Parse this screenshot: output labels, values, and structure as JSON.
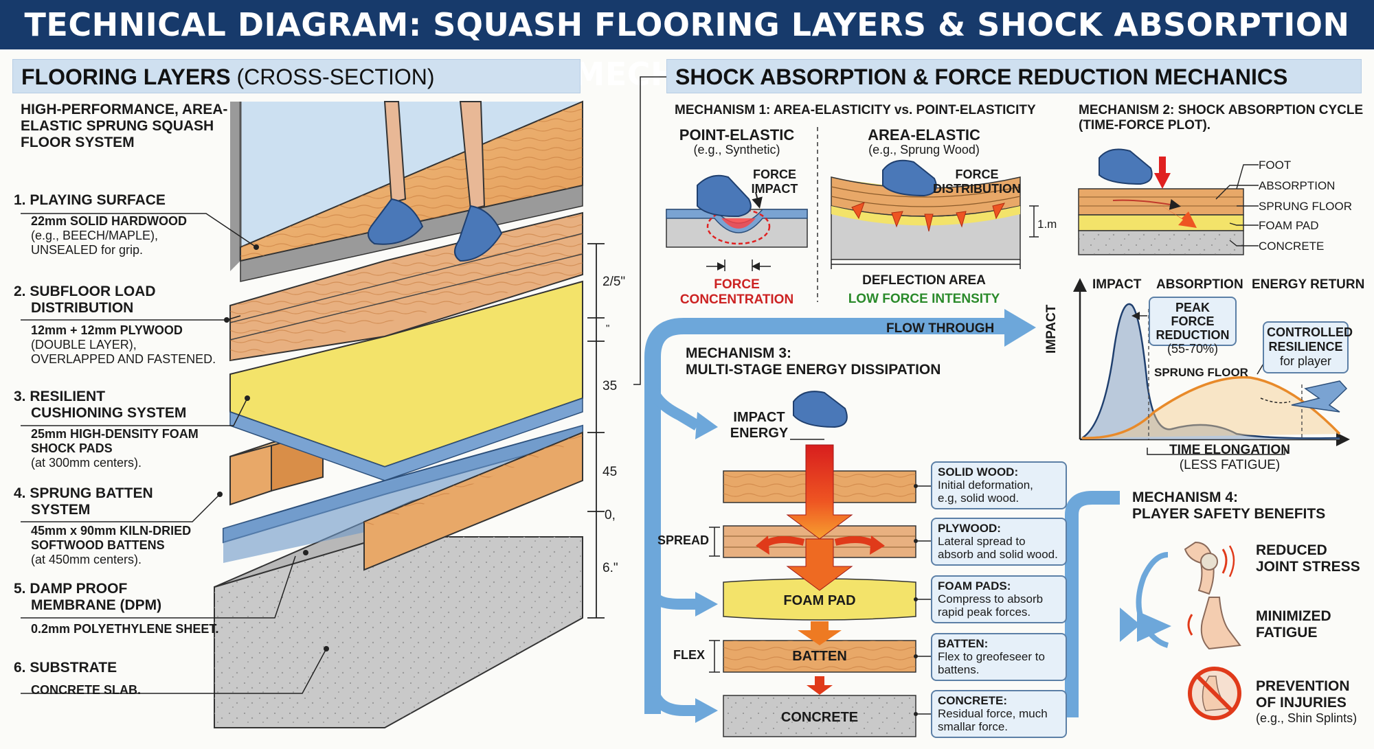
{
  "title": "TECHNICAL DIAGRAM: SQUASH FLOORING LAYERS & SHOCK ABSORPTION MECHANICS.",
  "left": {
    "heading_bold": "FLOORING LAYERS",
    "heading_light": "(CROSS-SECTION)",
    "system_title": [
      "HIGH-PERFORMANCE, AREA-",
      "ELASTIC SPRUNG SQUASH",
      "FLOOR SYSTEM"
    ],
    "layers": [
      {
        "title": [
          "1. PLAYING SURFACE"
        ],
        "lines": [
          "22mm SOLID HARDWOOD",
          "(e.g., BEECH/MAPLE),",
          "UNSEALED for grip."
        ]
      },
      {
        "title": [
          "2. SUBFLOOR LOAD",
          "DISTRIBUTION"
        ],
        "lines": [
          "12mm + 12mm PLYWOOD",
          "(DOUBLE LAYER),",
          "OVERLAPPED AND FASTENED."
        ]
      },
      {
        "title": [
          "3. RESILIENT",
          "CUSHIONING SYSTEM"
        ],
        "lines": [
          "25mm HIGH-DENSITY FOAM",
          "SHOCK PADS",
          "(at 300mm centers)."
        ]
      },
      {
        "title": [
          "4. SPRUNG BATTEN",
          "SYSTEM"
        ],
        "lines": [
          "45mm x 90mm KILN-DRIED",
          "SOFTWOOD BATTENS",
          "(at 450mm centers)."
        ]
      },
      {
        "title": [
          "5. DAMP PROOF",
          "MEMBRANE (DPM)"
        ],
        "lines": [
          "0.2mm POLYETHYLENE SHEET."
        ]
      },
      {
        "title": [
          "6. SUBSTRATE"
        ],
        "lines": [
          "CONCRETE SLAB."
        ]
      }
    ],
    "dims": [
      "2/5\"",
      "\"",
      "35",
      "45",
      "0,",
      "6.\""
    ]
  },
  "right": {
    "heading": "SHOCK ABSORPTION & FORCE REDUCTION MECHANICS",
    "m1": {
      "title": "MECHANISM 1: AREA-ELASTICITY vs. POINT-ELASTICITY",
      "point_title": "POINT-ELASTIC",
      "point_sub": "(e.g., Synthetic)",
      "force_impact": [
        "FORCE",
        "IMPACT"
      ],
      "force_conc": [
        "FORCE",
        "CONCENTRATION"
      ],
      "area_title": "AREA-ELASTIC",
      "area_sub": "(e.g., Sprung Wood)",
      "force_dist": [
        "FORCE",
        "DISTRIBUTION"
      ],
      "dim": "1.m",
      "deflection": "DEFLECTION AREA",
      "low_force": "LOW FORCE INTENSITY"
    },
    "m2": {
      "title": [
        "MECHANISM 2: SHOCK ABSORPTION CYCLE",
        "(TIME-FORCE PLOT)."
      ],
      "legend": [
        "FOOT",
        "ABSORPTION",
        "SPRUNG FLOOR",
        "FOAM PAD",
        "CONCRETE"
      ],
      "plot_headers": [
        "IMPACT",
        "ABSORPTION",
        "ENERGY RETURN"
      ],
      "y_label": "IMPACT",
      "peak": [
        "PEAK FORCE",
        "REDUCTION",
        "(55-70%)"
      ],
      "controlled": [
        "CONTROLLED",
        "RESILIENCE",
        "for player"
      ],
      "sprung": "SPRUNG FLOOR",
      "time": [
        "TIME ELONGATION",
        "(LESS FATIGUE)"
      ]
    },
    "m3": {
      "flow": "FLOW THROUGH",
      "title": [
        "MECHANISM 3:",
        "MULTI-STAGE ENERGY DISSIPATION"
      ],
      "impact": [
        "IMPACT",
        "ENERGY"
      ],
      "spread": "SPREAD",
      "flex": "FLEX",
      "foam": "FOAM PAD",
      "batten": "BATTEN",
      "concrete": "CONCRETE",
      "callouts": [
        {
          "title": "SOLID WOOD:",
          "lines": [
            "Initial deformation,",
            "e.g, solid wood."
          ]
        },
        {
          "title": "PLYWOOD:",
          "lines": [
            "Lateral spread to",
            "absorb and solid wood."
          ]
        },
        {
          "title": "FOAM PADS:",
          "lines": [
            "Compress to absorb",
            "rapid peak forces."
          ]
        },
        {
          "title": "BATTEN:",
          "lines": [
            "Flex to greofeseer to",
            "battens."
          ]
        },
        {
          "title": "CONCRETE:",
          "lines": [
            "Residual force, much",
            "smallar force."
          ]
        }
      ]
    },
    "m4": {
      "title": [
        "MECHANISM 4:",
        "PLAYER SAFETY BENEFITS"
      ],
      "benefits": [
        {
          "lines": [
            "REDUCED",
            "JOINT STRESS"
          ]
        },
        {
          "lines": [
            "MINIMIZED",
            "FATIGUE"
          ]
        },
        {
          "lines": [
            "PREVENTION",
            "OF INJURIES"
          ],
          "sub": "(e.g., Shin Splints)"
        }
      ]
    }
  },
  "colors": {
    "navy": "#173a6b",
    "header": "#cfe0f0",
    "wood": "#e8a868",
    "foam": "#f3e36a",
    "dpm": "#7aa3d2",
    "concrete": "#c8c8c8",
    "arrow": "#5b9bd5"
  }
}
